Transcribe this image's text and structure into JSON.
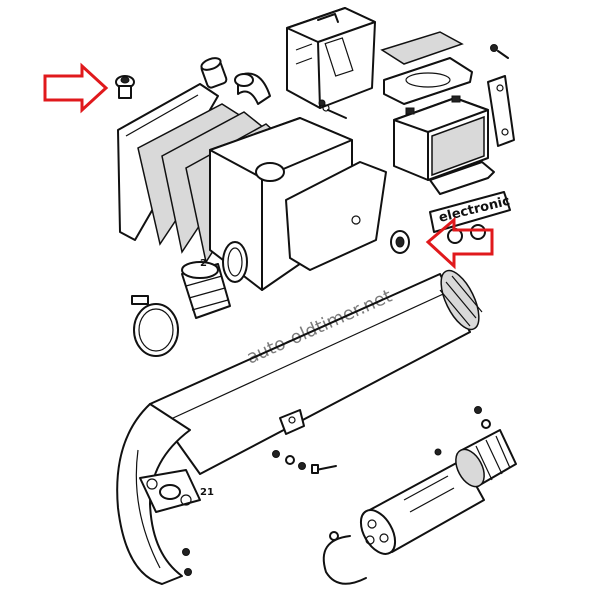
{
  "labels": {
    "electronic": "electronic",
    "part_2": "2",
    "part_21": "21"
  },
  "watermark": "auto-oldtimer.net",
  "colors": {
    "arrow": "#e0191c",
    "ink": "#111111",
    "watermark": "#8a8a8a"
  },
  "icons": {
    "arrow_left": "right-pointing-outline-arrow",
    "arrow_right": "left-pointing-outline-arrow"
  }
}
